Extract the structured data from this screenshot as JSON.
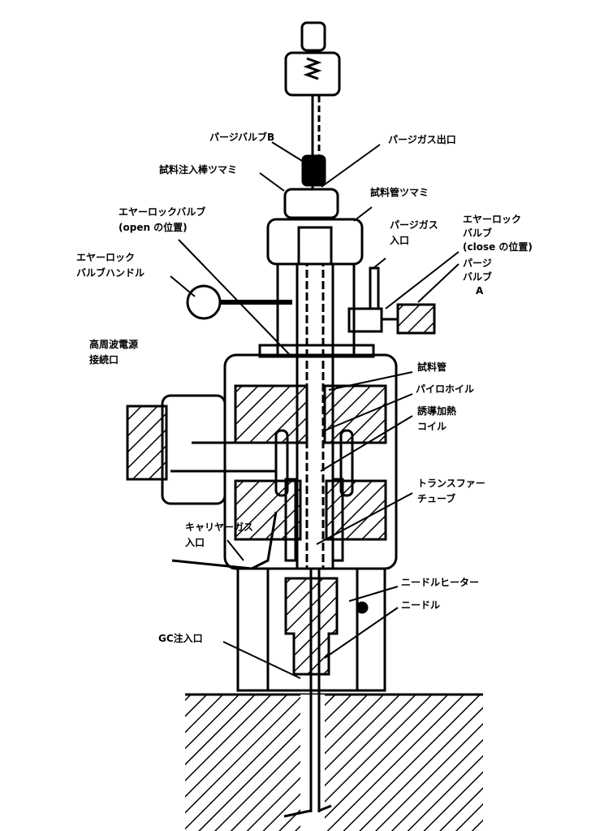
{
  "labels": {
    "purge_valve_b": "パージバルブB",
    "purge_gas_outlet": "パージガス出口",
    "sample_rod_knob": "試料注入棒ツマミ",
    "sample_tube_knob": "試料管ツマミ",
    "airlock_valve_open_1": "エヤーロックバルブ",
    "airlock_valve_open_2": "(open の位置)",
    "purge_gas_inlet_1": "パージガス",
    "purge_gas_inlet_2": "入口",
    "airlock_valve_close_1": "エヤーロック",
    "airlock_valve_close_2": "バルブ",
    "airlock_valve_close_3": "(close の位置)",
    "purge_valve_a_1": "パージ",
    "purge_valve_a_2": "バルブ",
    "purge_valve_a_3": "A",
    "airlock_handle_1": "エヤーロック",
    "airlock_handle_2": "バルブハンドル",
    "rf_connector_1": "高周波電源",
    "rf_connector_2": "接続口",
    "sample_tube": "試料管",
    "pyrofoil": "パイロホイル",
    "induction_coil_1": "誘導加熱",
    "induction_coil_2": "コイル",
    "transfer_tube_1": "トランスファー",
    "transfer_tube_2": "チューブ",
    "carrier_gas_1": "キャリヤーガス",
    "carrier_gas_2": "入口",
    "needle_heater": "ニードルヒーター",
    "needle": "ニードル",
    "gc_inlet": "GC注入口"
  }
}
